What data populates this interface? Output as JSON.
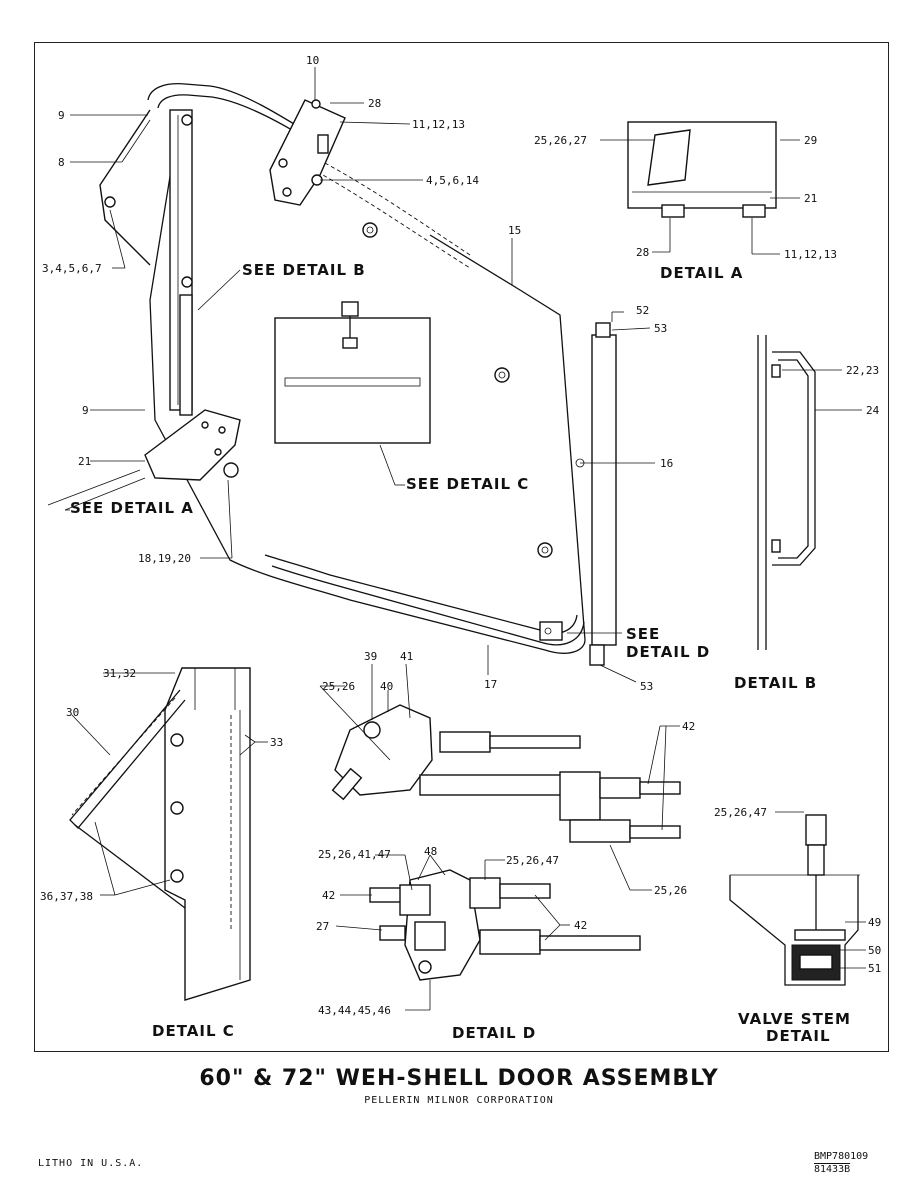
{
  "title": "60\" & 72\" WEH-SHELL DOOR ASSEMBLY",
  "manufacturer": "PELLERIN MILNOR CORPORATION",
  "litho": "LITHO IN U.S.A.",
  "document_number": "BMP780109",
  "document_number_2": "81433B",
  "labels": {
    "detail_a": "DETAIL A",
    "detail_b": "DETAIL B",
    "detail_c": "DETAIL C",
    "detail_d": "DETAIL D",
    "valve_stem_1": "VALVE STEM",
    "valve_stem_2": "DETAIL",
    "see_detail_a": "SEE DETAIL A",
    "see_detail_b": "SEE DETAIL B",
    "see_detail_c": "SEE DETAIL C",
    "see_detail_d_1": "SEE",
    "see_detail_d_2": "DETAIL D"
  },
  "callouts": {
    "c10": "10",
    "c28a": "28",
    "c11a": "11,12,13",
    "c9a": "9",
    "c8": "8",
    "c4": "4,5,6,14",
    "c3": "3,4,5,6,7",
    "c15": "15",
    "c52": "52",
    "c53a": "53",
    "c9b": "9",
    "c21a": "21",
    "c16": "16",
    "c18": "18,19,20",
    "c17": "17",
    "c53b": "53",
    "c25a": "25,26,27",
    "c29": "29",
    "c21b": "21",
    "c28b": "28",
    "c11b": "11,12,13",
    "c22": "22,23",
    "c24": "24",
    "c31": "31,32",
    "c30": "30",
    "c33": "33",
    "c36": "36,37,38",
    "c39": "39",
    "c41a": "41",
    "c40": "40",
    "c25b": "25,26",
    "c42a": "42",
    "c25c": "25,26",
    "c25d": "25,26,41,47",
    "c48": "48",
    "c25e": "25,26,47",
    "c42b": "42",
    "c27": "27",
    "c42c": "42",
    "c43": "43,44,45,46",
    "c25f": "25,26,47",
    "c49": "49",
    "c50": "50",
    "c51": "51"
  }
}
